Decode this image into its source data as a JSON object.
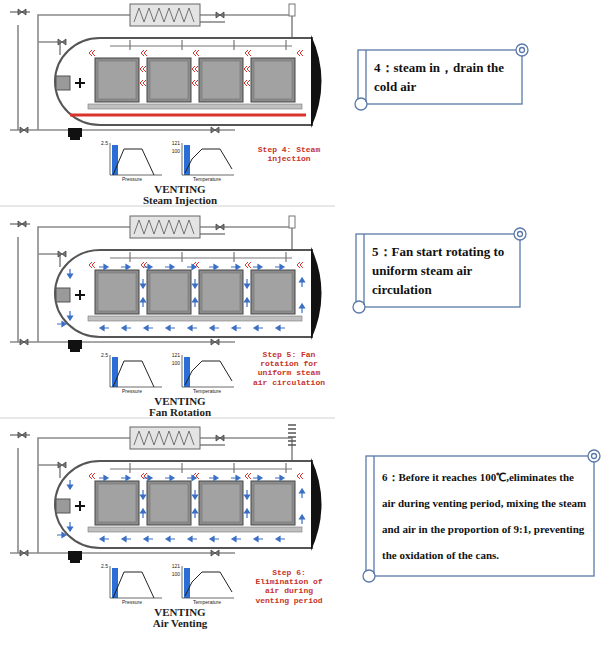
{
  "diagram": {
    "nodes": [
      {
        "text": [
          "4：steam in，drain the cold air"
        ]
      },
      {
        "text": [
          "5：Fan start rotating to uniform steam air circulation"
        ]
      },
      {
        "text": [
          "6：Before it reaches 100℃,eliminates the air during venting period, mixing the steam and air in the proportion of 9:1, preventing the oxidation of the cans."
        ]
      }
    ],
    "labels": [
      "2.5",
      "121",
      "100",
      "Pressure",
      "Temperature",
      "Step 4: Steam injection",
      "VENTING",
      "Steam Injection",
      "2.5",
      "121",
      "100",
      "Pressure",
      "Temperature",
      "Step 5: Fan rotation for uniform steam air circulation",
      "VENTING",
      "Fan Rotation",
      "2.5",
      "121",
      "100",
      "Pressure",
      "Temperature",
      "Step 6: Elimination of air during venting period",
      "VENTING",
      "Air Venting"
    ]
  }
}
